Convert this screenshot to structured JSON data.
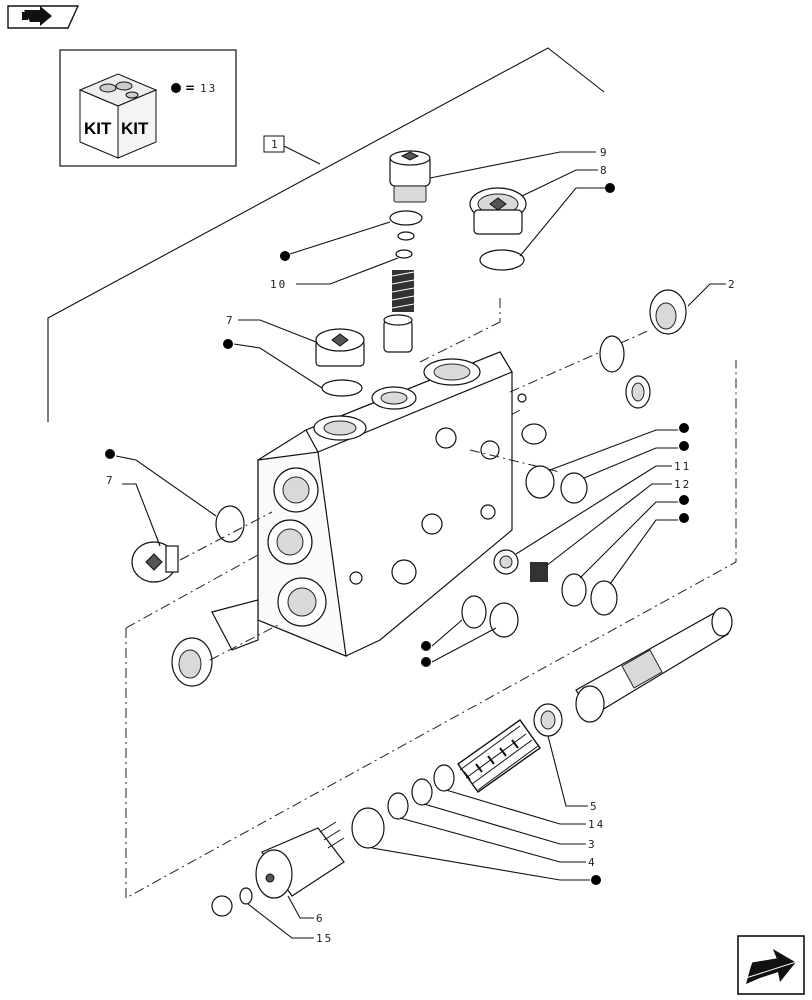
{
  "nav": {
    "back_icon": "back-arrow-icon",
    "next_icon": "next-arrow-icon"
  },
  "kit_box": {
    "kit_text_left": "KIT",
    "kit_text_right": "KIT",
    "equals": "=",
    "kit_ref": "13"
  },
  "assembly_ref": "1",
  "callouts": {
    "c9": "9",
    "c8": "8",
    "c10": "10",
    "c2": "2",
    "c7a": "7",
    "c7b": "7",
    "c11": "11",
    "c12": "12",
    "c5": "5",
    "c14": "14",
    "c3": "3",
    "c4": "4",
    "c6": "6",
    "c15": "15"
  }
}
